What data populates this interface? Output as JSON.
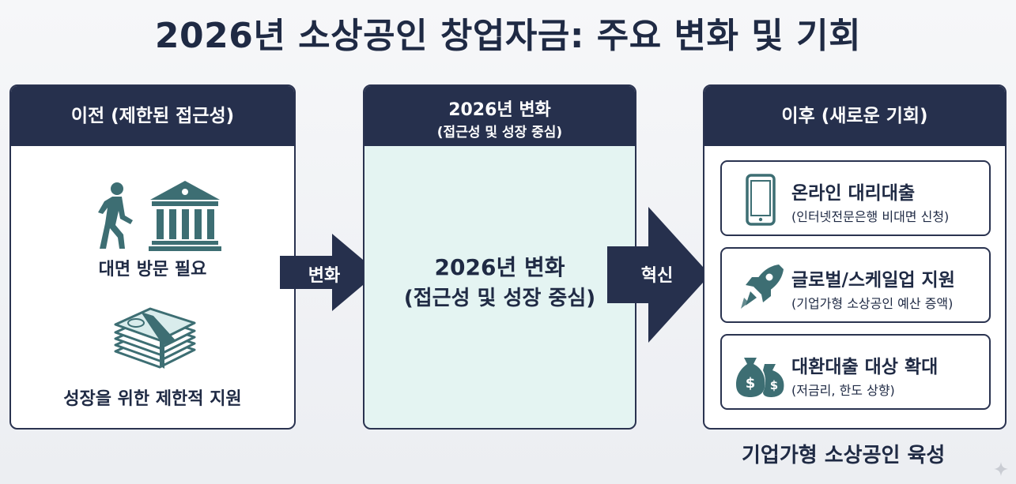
{
  "title": "2026년 소상공인 창업자금: 주요 변화 및 기회",
  "before": {
    "header": "이전 (제한된 접근성)",
    "items": [
      {
        "icon": "walking-person-bank-icon",
        "label": "대면 방문 필요"
      },
      {
        "icon": "money-stack-icon",
        "label": "성장을 위한 제한적 지원"
      }
    ]
  },
  "middle": {
    "header_line1": "2026년 변화",
    "header_line2": "(접근성 및 성장 중심)",
    "body_line1": "2026년 변화",
    "body_line2": "(접근성 및 성장 중심)"
  },
  "arrows": {
    "first": "변화",
    "second": "혁신"
  },
  "after": {
    "header": "이후 (새로운 기회)",
    "cards": [
      {
        "icon": "smartphone-icon",
        "title": "온라인 대리대출",
        "subtitle": "(인터넷전문은행 비대면 신청)"
      },
      {
        "icon": "rocket-icon",
        "title": "글로벌/스케일업 지원",
        "subtitle": "(기업가형 소상공인 예산 증액)"
      },
      {
        "icon": "money-bags-icon",
        "title": "대환대출 대상 확대",
        "subtitle": "(저금리, 한도 상향)"
      }
    ]
  },
  "caption": "기업가형 소상공인 육성",
  "colors": {
    "navy": "#26304d",
    "mint": "#e4f4f2",
    "icon_teal": "#3d6e73"
  }
}
